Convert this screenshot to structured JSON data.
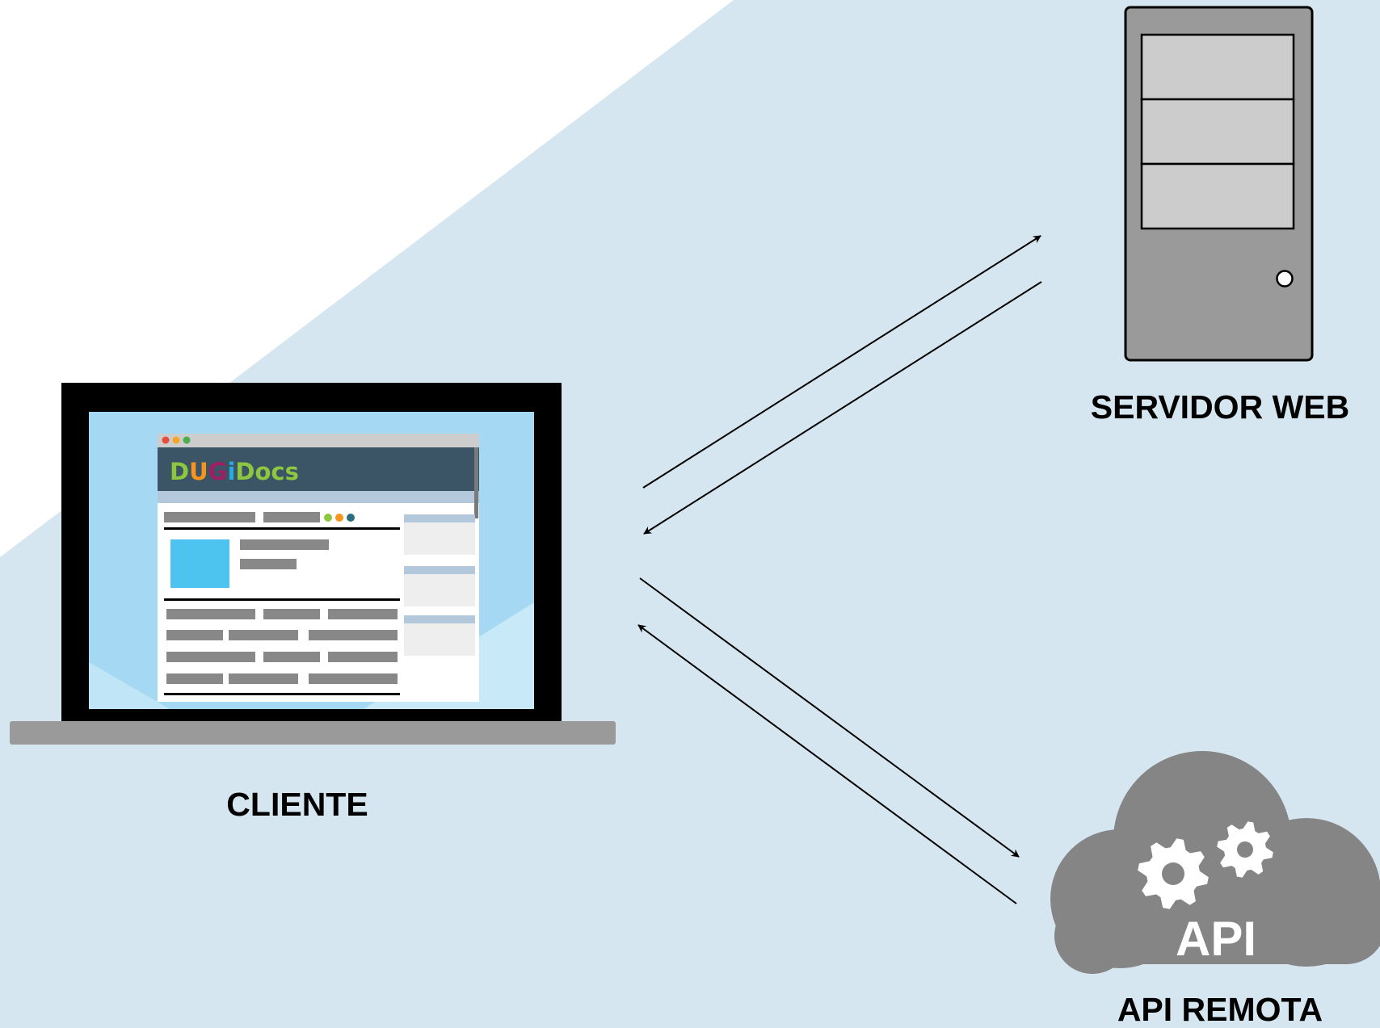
{
  "nodes": {
    "server_label": "SERVIDOR WEB",
    "client_label": "CLIENTE",
    "api_label": "API REMOTA"
  },
  "laptop_screen": {
    "brand_letters": [
      {
        "text": "D",
        "color": "#8dc63f"
      },
      {
        "text": "U",
        "color": "#f7941d"
      },
      {
        "text": "G",
        "color": "#9e1f63"
      },
      {
        "text": "i",
        "color": "#29abe2"
      },
      {
        "text": "Docs",
        "color": "#8dc63f"
      }
    ],
    "window_dots": [
      "#e74c3c",
      "#f5a623",
      "#4cae4c"
    ],
    "status_dots": [
      "#8dc63f",
      "#f7941d",
      "#2c6e7f"
    ]
  },
  "cloud_text": "API",
  "colors": {
    "background": "#d6e6f0",
    "white_area": "#ffffff",
    "server_body": "#9a9a9a",
    "cloud": "#858585",
    "laptop_screen": "#a5d9f3",
    "browser_header": "#3b5566",
    "accent_block": "#4dc3f0"
  }
}
